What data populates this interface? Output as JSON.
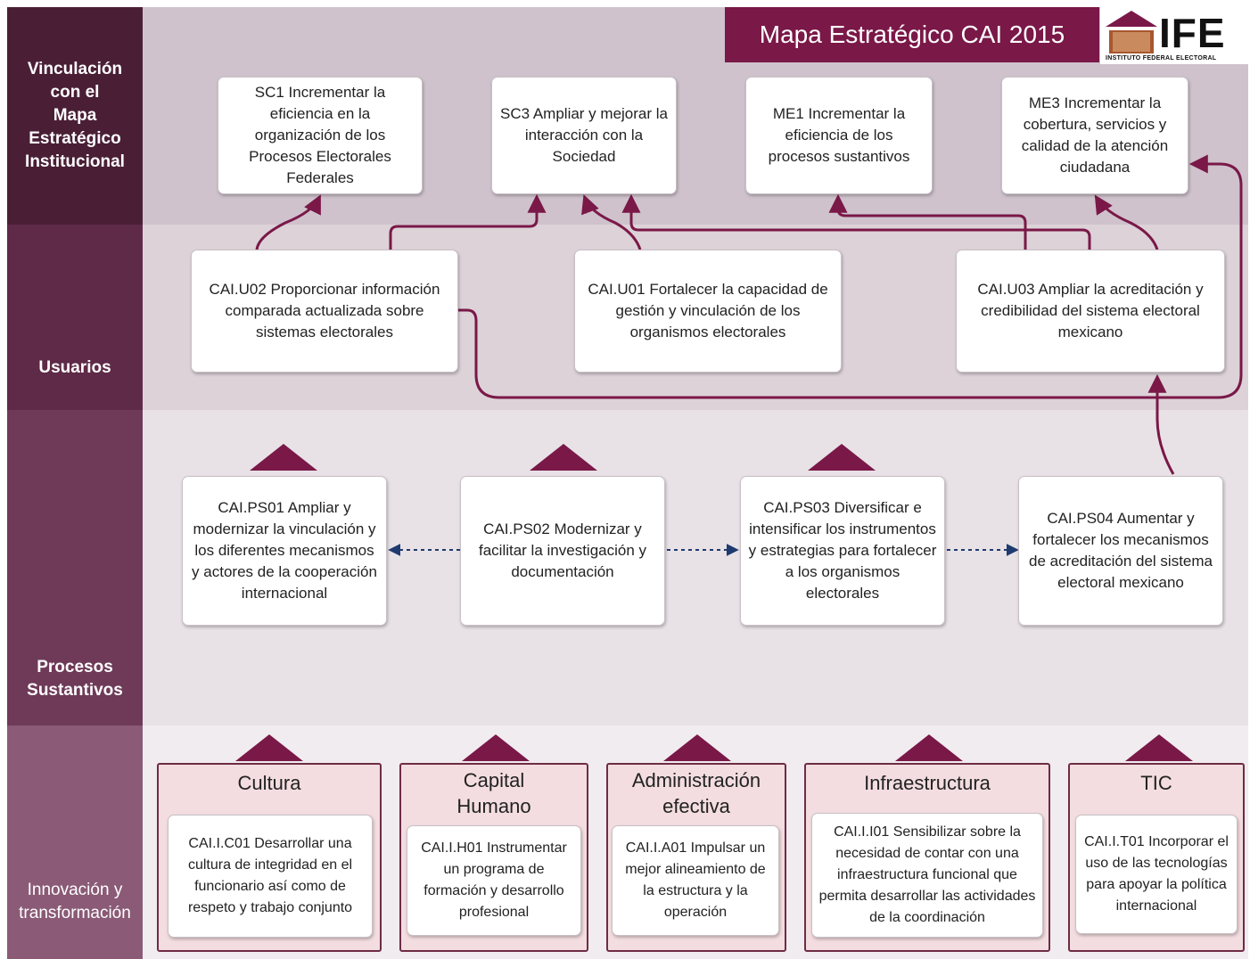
{
  "header": {
    "title": "Mapa Estratégico CAI 2015",
    "logo_text": "IFE",
    "logo_subtitle": "INSTITUTO FEDERAL ELECTORAL"
  },
  "lanes": [
    {
      "label": "Vinculación\ncon el\nMapa\nEstratégico\nInstitucional"
    },
    {
      "label": "Usuarios"
    },
    {
      "label": "Procesos\nSustantivos"
    },
    {
      "label": "Innovación y\ntransformación"
    }
  ],
  "strategic_objectives": [
    {
      "text": "SC1 Incrementar la eficiencia en la organización de los Procesos Electorales Federales"
    },
    {
      "text": "SC3 Ampliar y mejorar la interacción con la Sociedad"
    },
    {
      "text": "ME1  Incrementar la eficiencia de los procesos sustantivos"
    },
    {
      "text": "ME3 Incrementar la cobertura, servicios y calidad de la atención ciudadana"
    }
  ],
  "user_objectives": [
    {
      "text": "CAI.U02 Proporcionar información comparada actualizada sobre sistemas electorales"
    },
    {
      "text": "CAI.U01 Fortalecer la capacidad de gestión y vinculación de los organismos electorales"
    },
    {
      "text": "CAI.U03 Ampliar la acreditación y credibilidad del sistema electoral mexicano"
    }
  ],
  "process_objectives": [
    {
      "text": "CAI.PS01 Ampliar y modernizar la vinculación y los diferentes mecanismos y actores de la cooperación internacional"
    },
    {
      "text": "CAI.PS02 Modernizar y facilitar la investigación y documentación"
    },
    {
      "text": "CAI.PS03 Diversificar e intensificar los instrumentos y estrategias para fortalecer a los organismos electorales"
    },
    {
      "text": "CAI.PS04 Aumentar y fortalecer los mecanismos de acreditación del sistema electoral mexicano"
    }
  ],
  "innovation_panels": [
    {
      "title": "Cultura",
      "objective": "CAI.I.C01 Desarrollar una cultura de integridad en el funcionario así como de respeto y trabajo conjunto"
    },
    {
      "title": "Capital\nHumano",
      "objective": "CAI.I.H01 Instrumentar un programa de formación y desarrollo profesional"
    },
    {
      "title": "Administración\nefectiva",
      "objective": "CAI.I.A01 Impulsar un mejor alineamiento de la estructura y la operación"
    },
    {
      "title": "Infraestructura",
      "objective": "CAI.I.I01 Sensibilizar sobre la necesidad de contar con una infraestructura funcional que permita desarrollar las actividades de la coordinación"
    },
    {
      "title": "TIC",
      "objective": "CAI.I.T01 Incorporar el uso de las tecnologías para apoyar la política internacional"
    }
  ],
  "colors": {
    "banner": "#7a1848",
    "lane1": "#4a1f36",
    "lane2": "#5e2a47",
    "lane3": "#6e3a58",
    "lane4": "#8a5a76",
    "arrow": "#7a1848",
    "dotted_arrow": "#1f3a6e"
  }
}
